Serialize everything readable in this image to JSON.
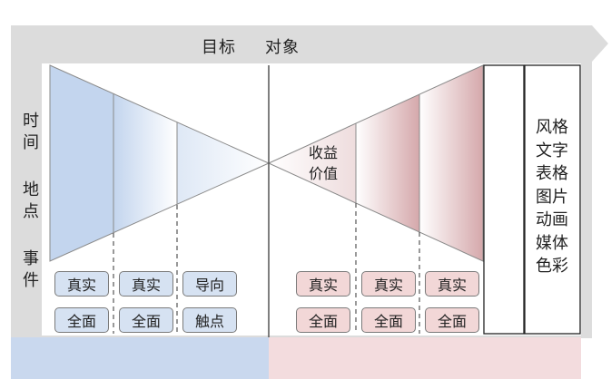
{
  "header": {
    "label_goal": "目标",
    "label_object": "对象"
  },
  "left_labels": {
    "time": "时\n间",
    "place": "地\n点",
    "event": "事\n件"
  },
  "mid_label": {
    "line1": "收益",
    "line2": "价值"
  },
  "right_column": {
    "items": [
      "风格",
      "文字",
      "表格",
      "图片",
      "动画",
      "媒体",
      "色彩"
    ]
  },
  "left_tags": [
    {
      "top": "真实",
      "bottom": "全面"
    },
    {
      "top": "真实",
      "bottom": "全面"
    },
    {
      "top": "导向",
      "bottom": "触点"
    }
  ],
  "right_tags": [
    {
      "top": "真实",
      "bottom": "全面"
    },
    {
      "top": "真实",
      "bottom": "全面"
    },
    {
      "top": "真实",
      "bottom": "全面"
    }
  ],
  "colors": {
    "arrow_fill": "#dcdcdc",
    "left_accent": "#c3d5ee",
    "right_accent": "#d5a8ab",
    "left_band": "#c9d8ee",
    "right_band": "#f3dcde",
    "tag_left": "#d6e2f2",
    "tag_right": "#f2d7d7"
  }
}
